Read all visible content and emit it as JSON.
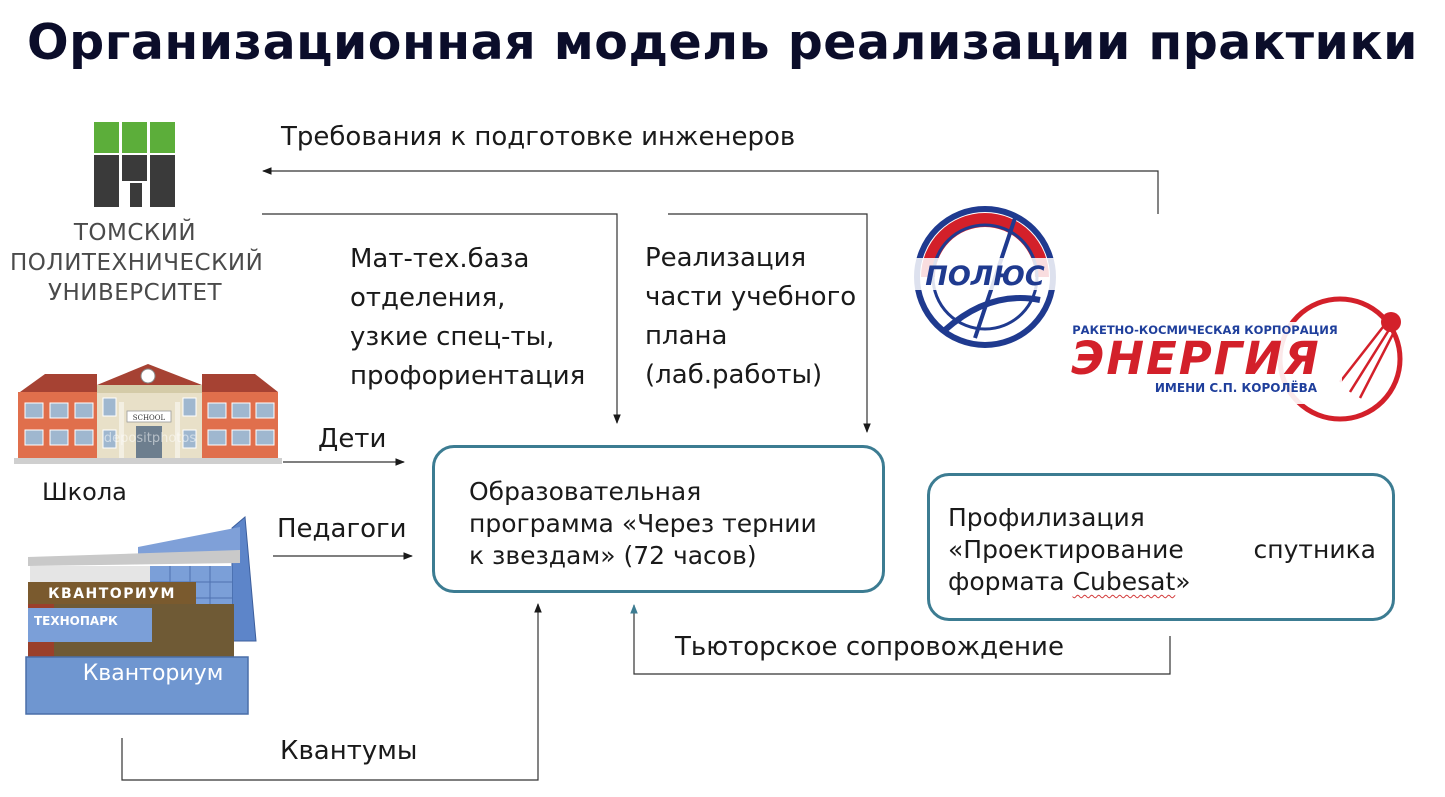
{
  "title": "Организационная модель реализации практики",
  "labels": {
    "requirements": "Требования к подготовке инженеров",
    "material_base": [
      "Мат-тех.база",
      "отделения,",
      "узкие спец-ты,",
      "профориентация"
    ],
    "curriculum": [
      "Реализация",
      "части учебного",
      "плана",
      "(лаб.работы)"
    ],
    "children": "Дети",
    "school": "Школа",
    "teachers": "Педагоги",
    "kvantums": "Квантумы",
    "tutor": "Тьюторское сопровождение"
  },
  "program_box": [
    "Образовательная",
    "программа «Через тернии",
    "к звездам» (72 часов)"
  ],
  "profile_box": {
    "line1": "Профилизация",
    "line2a": "«Проектирование",
    "line2b": "спутника",
    "line3a": "формата",
    "line3b": "Cubesat",
    "line3c": "»"
  },
  "logos": {
    "tpu": [
      "ТОМСКИЙ",
      "ПОЛИТЕХНИЧЕСКИЙ",
      "УНИВЕРСИТЕТ"
    ],
    "school_sign": "SCHOOL",
    "school_watermark": "depositphotos",
    "kvant_sign": "КВАНТОРИУМ",
    "kvant_sub": "ТЕХНОПАРК",
    "kvant_name": "Кванториум",
    "polyus": "ПОЛЮС",
    "energia_top": "РАКЕТНО-КОСМИЧЕСКАЯ КОРПОРАЦИЯ",
    "energia_main": "ЭНЕРГИЯ",
    "energia_bottom": "ИМЕНИ С.П. КОРОЛЁВА"
  },
  "colors": {
    "title": "#0b0d2a",
    "box_border": "#3c7c92",
    "tpu_green": "#5cae3a",
    "tpu_dark": "#3a3a3a",
    "energia_red": "#d3202a",
    "energia_blue": "#1f3f9c",
    "kvant_blue": "#6f96d0"
  }
}
